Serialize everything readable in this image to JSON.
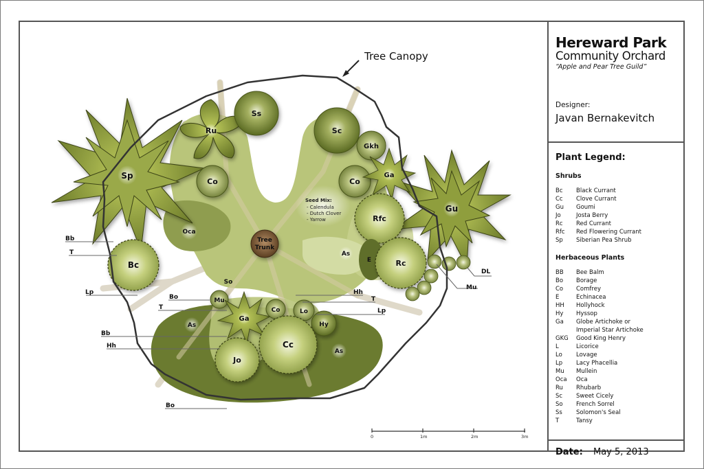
{
  "title_block": {
    "title": "Hereward Park",
    "subtitle": "Community Orchard",
    "tagline": "“Apple and Pear Tree Guild”",
    "designer_label": "Designer:",
    "designer_name": "Javan Bernakevitch",
    "legend_title": "Plant Legend:",
    "shrubs_title": "Shrubs",
    "shrubs": [
      {
        "code": "Bc",
        "name": "Black Currant"
      },
      {
        "code": "Cc",
        "name": "Clove Currant"
      },
      {
        "code": "Gu",
        "name": "Goumi"
      },
      {
        "code": "Jo",
        "name": "Josta Berry"
      },
      {
        "code": "Rc",
        "name": "Red Currant"
      },
      {
        "code": "Rfc",
        "name": "Red Flowering Currant"
      },
      {
        "code": "Sp",
        "name": "Siberian Pea Shrub"
      }
    ],
    "herbaceous_title": "Herbaceous Plants",
    "herbaceous": [
      {
        "code": "BB",
        "name": "Bee Balm"
      },
      {
        "code": "Bo",
        "name": "Borage"
      },
      {
        "code": "Co",
        "name": "Comfrey"
      },
      {
        "code": "E",
        "name": "Echinacea"
      },
      {
        "code": "HH",
        "name": "Hollyhock"
      },
      {
        "code": "Hy",
        "name": "Hyssop"
      },
      {
        "code": "Ga",
        "name": "Globe Artichoke or"
      },
      {
        "code": "",
        "name": "Imperial Star Artichoke"
      },
      {
        "code": "GKG",
        "name": "Good King Henry"
      },
      {
        "code": "L",
        "name": "Licorice"
      },
      {
        "code": "Lo",
        "name": "Lovage"
      },
      {
        "code": "Lp",
        "name": "Lacy Phacellia"
      },
      {
        "code": "Mu",
        "name": "Mullein"
      },
      {
        "code": "Oca",
        "name": "Oca"
      },
      {
        "code": "Ru",
        "name": "Rhubarb"
      },
      {
        "code": "Sc",
        "name": "Sweet Cicely"
      },
      {
        "code": "So",
        "name": "French Sorrel"
      },
      {
        "code": "Ss",
        "name": "Solomon's Seal"
      },
      {
        "code": "T",
        "name": "Tansy"
      }
    ],
    "date_label": "Date:",
    "date_value": "May 5, 2013"
  },
  "plan": {
    "canopy_label": "Tree Canopy",
    "trunk_label_1": "Tree",
    "trunk_label_2": "Trunk",
    "seed_mix": {
      "title": "Seed Mix:",
      "items": [
        "- Calendula",
        "- Dutch Clover",
        "- Yarrow"
      ]
    },
    "plants": {
      "sp": "Sp",
      "ru": "Ru",
      "ss": "Ss",
      "sc": "Sc",
      "gkh": "Gkh",
      "co1": "Co",
      "co2": "Co",
      "co3": "Co",
      "ga1": "Ga",
      "ga2": "Ga",
      "gu": "Gu",
      "rfc": "Rfc",
      "rc": "Rc",
      "e": "E",
      "as1": "As",
      "as2": "As",
      "as3": "As",
      "oca": "Oca",
      "bc": "Bc",
      "so": "So",
      "mu": "Mu",
      "lo": "Lo",
      "hy": "Hy",
      "cc": "Cc",
      "jo": "Jo"
    },
    "callouts": {
      "bb1": "Bb",
      "t1": "T",
      "lp1": "Lp",
      "bo1": "Bo",
      "t2": "T",
      "bb2": "Bb",
      "hh1": "Hh",
      "bo2": "Bo",
      "hh2": "Hh",
      "t3": "T",
      "lp2": "Lp",
      "dl": "DL",
      "mu": "Mu"
    },
    "scale_bar": {
      "ticks": [
        "0",
        "1m",
        "2m",
        "3m"
      ]
    }
  },
  "colors": {
    "dark_green": "#5f6e2a",
    "mid_green": "#8a9a40",
    "light_green": "#b9c57a",
    "pale_green": "#d3dca4",
    "trunk_brown": "#7a5a3a",
    "root_tan": "#d9d2c0",
    "outline": "#333333"
  }
}
